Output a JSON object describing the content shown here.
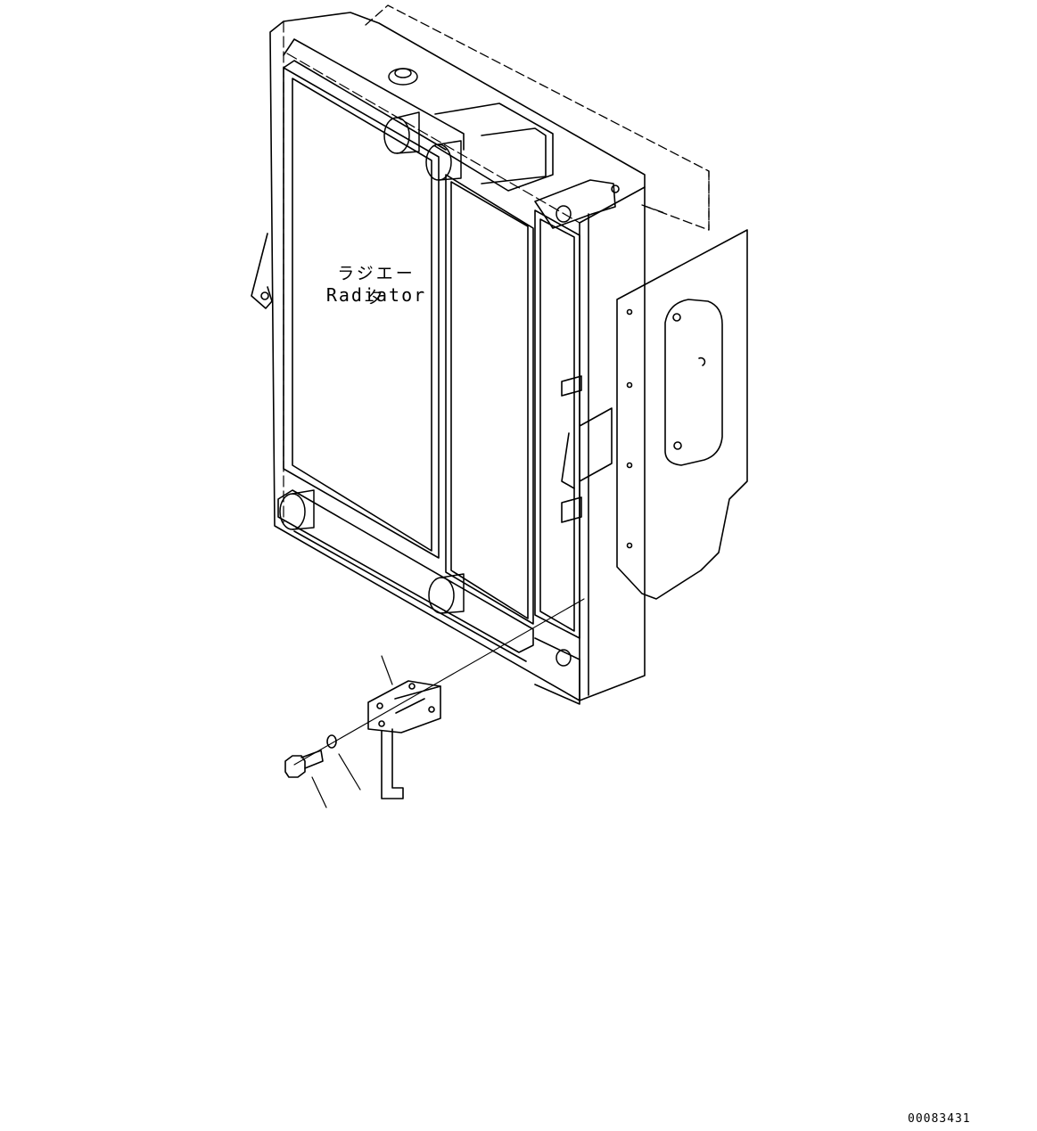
{
  "labels": {
    "radiator_jp": "ラジエータ",
    "radiator_en": "Radiator"
  },
  "drawing_id": "00083431",
  "colors": {
    "line": "#000000",
    "background": "#ffffff"
  }
}
